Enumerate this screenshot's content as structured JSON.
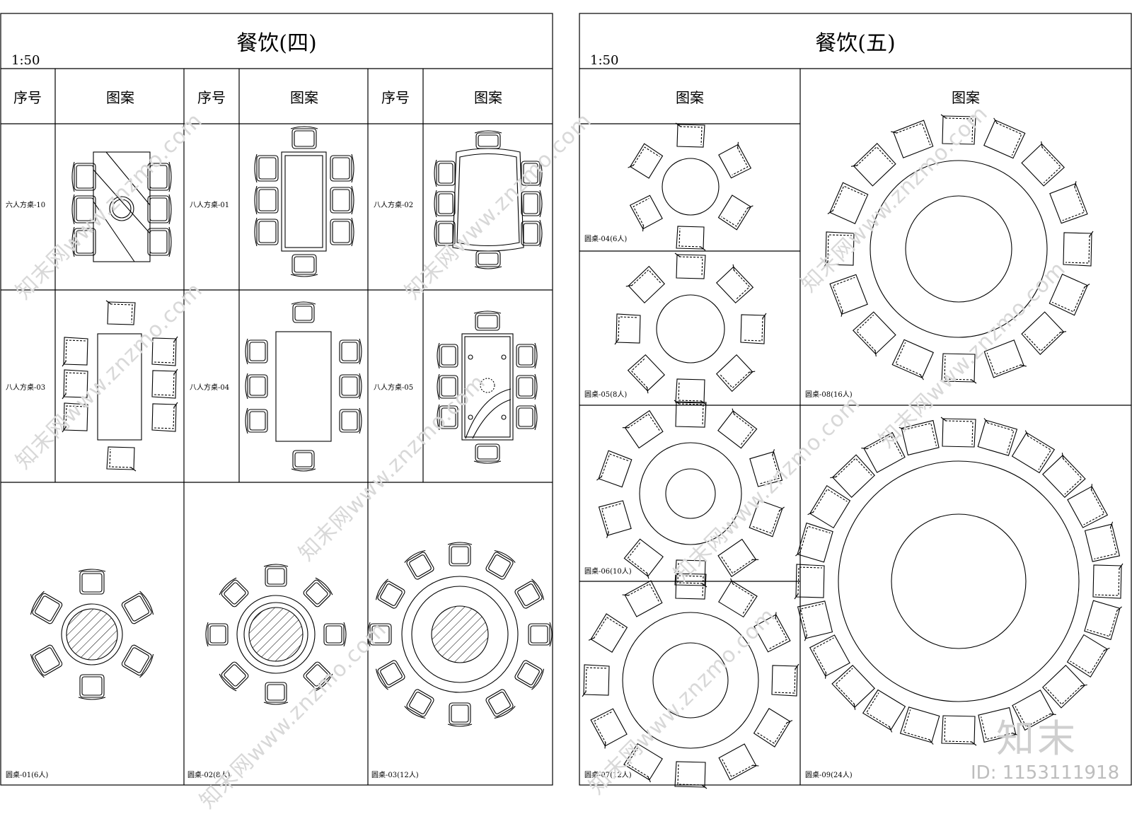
{
  "left_panel": {
    "title": "餐饮(四)",
    "scale": "1:50",
    "headers": [
      "序号",
      "图案",
      "序号",
      "图案",
      "序号",
      "图案"
    ],
    "row1_labels": [
      "六人方桌-10",
      "八人方桌-01",
      "八人方桌-02"
    ],
    "row2_labels": [
      "八人方桌-03",
      "八人方桌-04",
      "八人方桌-05"
    ],
    "row3_labels": [
      "圆桌-01(6人)",
      "圆桌-02(8人)",
      "圆桌-03(12人)"
    ]
  },
  "right_panel": {
    "title": "餐饮(五)",
    "scale": "1:50",
    "headers": [
      "图案",
      "图案"
    ],
    "labels": [
      "圆桌-04(6人)",
      "圆桌-05(8人)",
      "圆桌-06(10人)",
      "圆桌-07(12人)",
      "圆桌-08(16人)",
      "圆桌-09(24人)"
    ]
  },
  "watermarks": {
    "site_text": "知末网www.znzmo.com",
    "logo": "知末",
    "id": "ID: 1153111918"
  }
}
